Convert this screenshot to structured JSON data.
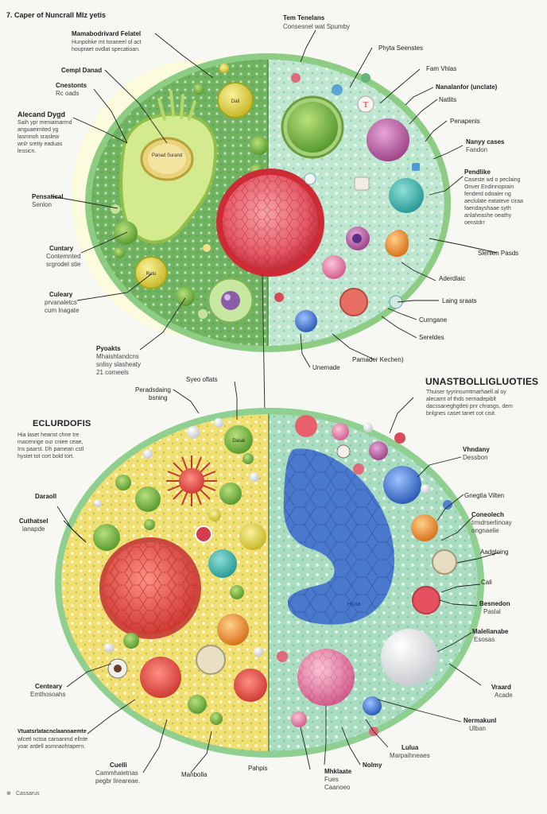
{
  "title": "7. Caper of Nuncrall Mlz yetis",
  "footer": "Cassarus",
  "colors": {
    "plant_wall": "#7fc07a",
    "plant_cytoplasm": "#5fa659",
    "animal_cytoplasm": "#bfe6d0",
    "bottom_left_cytoplasm": "#f2df72",
    "bottom_right_cytoplasm": "#a9dcc0",
    "nucleus_red": "#e2505a",
    "vacuole_blue": "#4a78cc"
  },
  "top_diagram": {
    "labels_left": [
      {
        "title": "Mamabodrivard Felatel",
        "sub": "Hunpohke mt toraneel ol act\nhoupraet ovdlat specatioan."
      },
      {
        "title": "Cempl Danad",
        "sub": ""
      },
      {
        "title": "Cnestonts",
        "sub": "Rc oads"
      },
      {
        "title": "Alecand Dygd",
        "sub": "Saih ypr meniamarmd\nanguaeimited yg\nlasmnoh sraslew\nwnlr sretiy eaduas\nlessicn."
      },
      {
        "title": "Pensatical",
        "sub": "Senlon"
      },
      {
        "title": "Cuntary",
        "sub": "Contemnted\nsrgrodel stie"
      },
      {
        "title": "Culeary",
        "sub": "prvanaletcs\ncum lnagate"
      },
      {
        "title": "Pyoakts",
        "sub": "Mhaishtandcns\nsnlisy slasheaty\n21 comeels"
      }
    ],
    "labels_right": [
      {
        "title": "Tem Tenelans",
        "sub": "Consesnel wat Spumby"
      },
      {
        "title": "Phyta Seenstes",
        "sub": ""
      },
      {
        "title": "Fam Vhlas",
        "sub": ""
      },
      {
        "title": "Nanalanfor (unclate)",
        "sub": ""
      },
      {
        "title": "Natlits",
        "sub": ""
      },
      {
        "title": "Penapenis",
        "sub": ""
      },
      {
        "title": "Nanyy cases",
        "sub": "Fandon"
      },
      {
        "title": "Pendlike",
        "sub": "Caseste wd o peclaing\nOnver Endinnoprain\nfenderd odoaler ng\naeclulate eatateve ciraa\nfaendayshaae syth\nanlaheashe oeathy\noenstdrr"
      },
      {
        "title": "Slenlen Pasds",
        "sub": ""
      },
      {
        "title": "Aderdlaic",
        "sub": ""
      },
      {
        "title": "Laing sraats",
        "sub": ""
      },
      {
        "title": "Curngane",
        "sub": ""
      },
      {
        "title": "Sereldes",
        "sub": ""
      },
      {
        "title": "Pamader Kechen)",
        "sub": ""
      },
      {
        "title": "Unemade",
        "sub": ""
      }
    ],
    "organelle_labels": [
      "Panad Surand",
      "Dall",
      "Ratu"
    ]
  },
  "bottom_diagram": {
    "heading_left": {
      "title": "ECLURDOFIS",
      "sub": "Hia laset hearist chne tre\nmacenrige our cniee ceae,\nIns paarst. Dh pamean cstl\nhystet tot cort bold tort."
    },
    "heading_right": {
      "title": "UNASTBOLLIGLUOTIES",
      "sub": "Thuiser tyyrinsumtmarhaell al oy\nalecamt of thds nernadepiblt\ndacssaneghgdeti pnr chrasgs, dem\nbnlgnes caset tanet cot cisit."
    },
    "labels_left": [
      {
        "title": "Syeo oflats",
        "sub": ""
      },
      {
        "title": "Peradsdaing",
        "sub": "bsning"
      },
      {
        "title": "Daraoll",
        "sub": ""
      },
      {
        "title": "Cuthatsel",
        "sub": "lanapde"
      },
      {
        "title": "Centeary",
        "sub": "Emthosoahs"
      },
      {
        "title": "Vtuatsrlatacnclaanoaemte",
        "sub": "wlcetl nctoa caroanmd ellnte\nyoar ardell asmnaohtapern."
      },
      {
        "title": "Cuelli",
        "sub": "Cammhaietnas\npegbr lireareae."
      },
      {
        "title": "Manbolla",
        "sub": ""
      }
    ],
    "labels_right": [
      {
        "title": "Vhndany",
        "sub": "Dessbon"
      },
      {
        "title": "Gnegtia Vilten",
        "sub": ""
      },
      {
        "title": "Coneolech",
        "sub": "trmdrserlinoay\nongnaelie"
      },
      {
        "title": "Aadgloing",
        "sub": ""
      },
      {
        "title": "Cali",
        "sub": ""
      },
      {
        "title": "Besnedon",
        "sub": "Paslal"
      },
      {
        "title": "Malelianabe",
        "sub": "Esosas"
      },
      {
        "title": "Vraard",
        "sub": "Acade"
      },
      {
        "title": "Nermakunl",
        "sub": "Ulban"
      },
      {
        "title": "Lulua",
        "sub": "Marpaihneaes"
      },
      {
        "title": "Nolmy",
        "sub": ""
      },
      {
        "title": "Mhklaate",
        "sub": "Fues\nCaanoeo"
      },
      {
        "title": "Pahpis",
        "sub": ""
      }
    ],
    "organelle_labels": [
      "Dasal",
      "Hpaa"
    ]
  }
}
